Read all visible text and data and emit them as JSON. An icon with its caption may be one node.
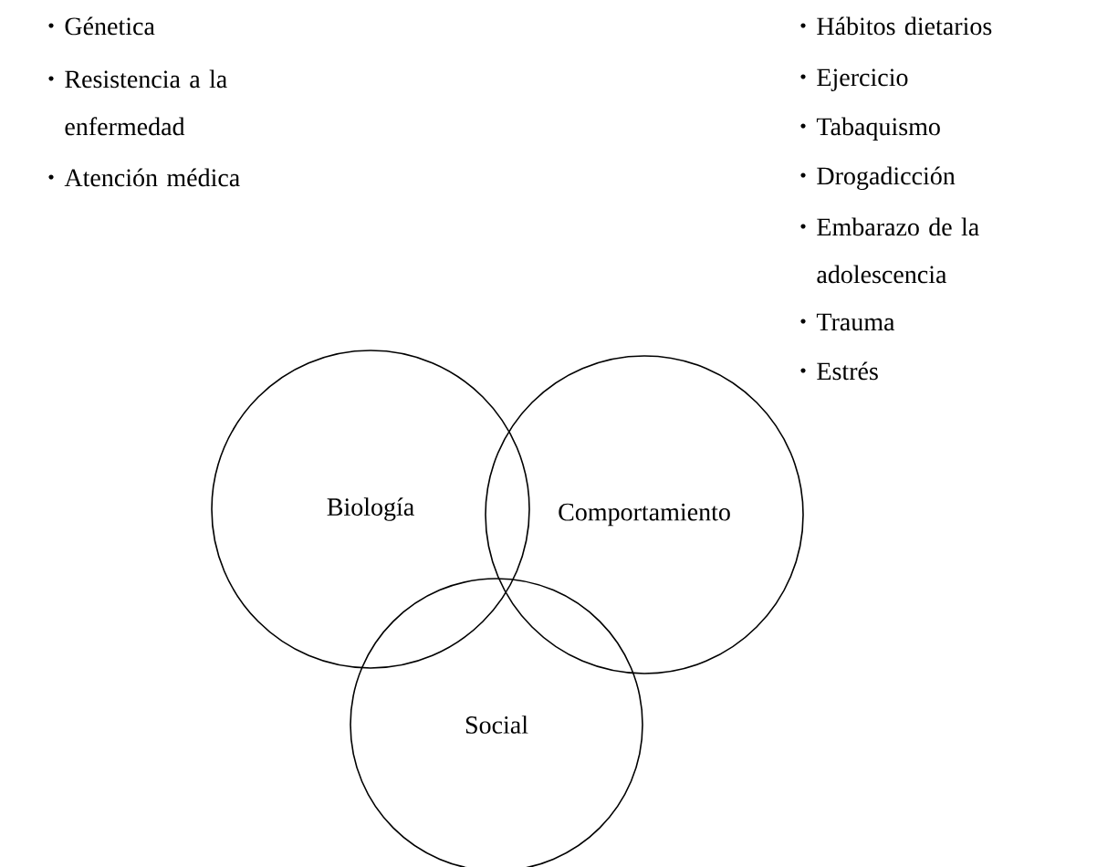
{
  "diagram": {
    "nodes": [
      {
        "text": [
          "Biología"
        ]
      },
      {
        "text": [
          "Comportamiento"
        ]
      },
      {
        "text": [
          "Social"
        ]
      }
    ],
    "labels": [
      "Génetica",
      "Resistencia a la enfermedad",
      "Atención médica",
      "Hábitos dietarios",
      "Ejercicio",
      "Tabaquismo",
      "Drogadicción",
      "Embarazo de la adolescencia",
      "Trauma",
      "Estrés"
    ]
  }
}
